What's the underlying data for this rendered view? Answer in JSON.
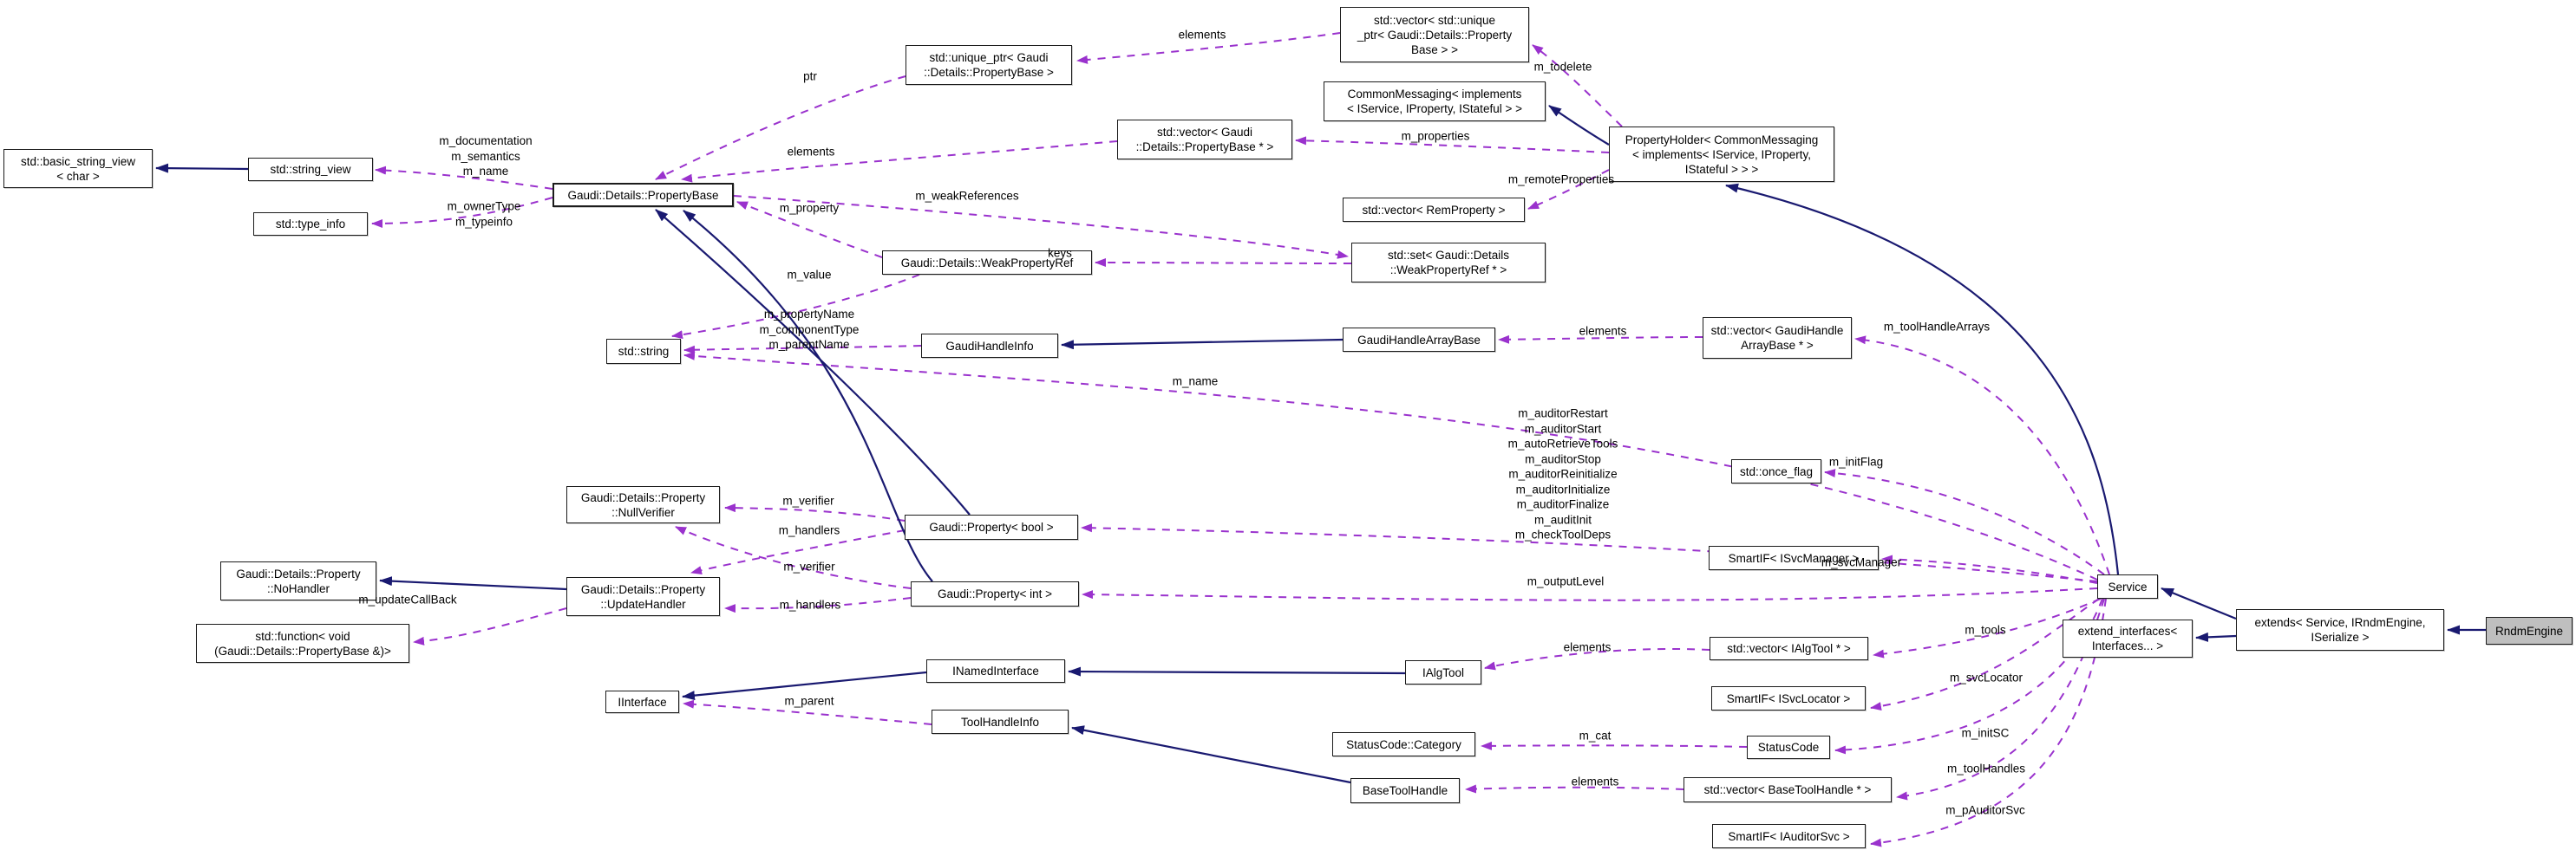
{
  "graph": {
    "background": "#ffffff",
    "colors": {
      "inheritance_edge": "#191970",
      "usage_edge": "#9a32cd",
      "node_border": "#1c1c1c",
      "node_fill": "#ffffff",
      "highlight_fill": "#bfbfbf",
      "text": "#000000"
    },
    "nodes": [
      {
        "id": "basic_string_view",
        "label": [
          "std::basic_string_view",
          "< char >"
        ]
      },
      {
        "id": "string_view",
        "label": [
          "std::string_view"
        ]
      },
      {
        "id": "type_info",
        "label": [
          "std::type_info"
        ]
      },
      {
        "id": "property_base",
        "label": [
          "Gaudi::Details::PropertyBase"
        ],
        "emphasis": true
      },
      {
        "id": "unique_ptr",
        "label": [
          "std::unique_ptr< Gaudi",
          "::Details::PropertyBase >"
        ]
      },
      {
        "id": "vec_unique_ptr",
        "label": [
          "std::vector< std::unique",
          "_ptr< Gaudi::Details::Property",
          "Base > >"
        ]
      },
      {
        "id": "common_messaging",
        "label": [
          "CommonMessaging< implements",
          "< IService, IProperty, IStateful > >"
        ]
      },
      {
        "id": "vec_property_base_ptr",
        "label": [
          "std::vector< Gaudi",
          "::Details::PropertyBase * >"
        ]
      },
      {
        "id": "property_holder",
        "label": [
          "PropertyHolder< CommonMessaging",
          "< implements< IService, IProperty,",
          "IStateful > > >"
        ]
      },
      {
        "id": "vec_rem_property",
        "label": [
          "std::vector< RemProperty >"
        ]
      },
      {
        "id": "weak_property_ref",
        "label": [
          "Gaudi::Details::WeakPropertyRef"
        ]
      },
      {
        "id": "set_weak_property_ref",
        "label": [
          "std::set< Gaudi::Details",
          "::WeakPropertyRef * >"
        ]
      },
      {
        "id": "std_string",
        "label": [
          "std::string"
        ]
      },
      {
        "id": "gaudi_handle_info",
        "label": [
          "GaudiHandleInfo"
        ]
      },
      {
        "id": "gaudi_handle_array_base",
        "label": [
          "GaudiHandleArrayBase"
        ]
      },
      {
        "id": "vec_gaudi_handle_array_base",
        "label": [
          "std::vector< GaudiHandle",
          "ArrayBase * >"
        ]
      },
      {
        "id": "once_flag",
        "label": [
          "std::once_flag"
        ]
      },
      {
        "id": "null_verifier",
        "label": [
          "Gaudi::Details::Property",
          "::NullVerifier"
        ]
      },
      {
        "id": "prop_bool",
        "label": [
          "Gaudi::Property< bool >"
        ]
      },
      {
        "id": "smartif_isvcmanager",
        "label": [
          "SmartIF< ISvcManager >"
        ]
      },
      {
        "id": "no_handler",
        "label": [
          "Gaudi::Details::Property",
          "::NoHandler"
        ]
      },
      {
        "id": "update_handler",
        "label": [
          "Gaudi::Details::Property",
          "::UpdateHandler"
        ]
      },
      {
        "id": "prop_int",
        "label": [
          "Gaudi::Property< int >"
        ]
      },
      {
        "id": "std_function",
        "label": [
          "std::function< void",
          "(Gaudi::Details::PropertyBase &)>"
        ]
      },
      {
        "id": "service",
        "label": [
          "Service"
        ]
      },
      {
        "id": "extend_interfaces",
        "label": [
          "extend_interfaces<",
          "Interfaces... >"
        ]
      },
      {
        "id": "extends",
        "label": [
          "extends< Service, IRndmEngine,",
          "ISerialize >"
        ]
      },
      {
        "id": "rndm_engine",
        "label": [
          "RndmEngine"
        ],
        "highlight": true
      },
      {
        "id": "inamed_interface",
        "label": [
          "INamedInterface"
        ]
      },
      {
        "id": "ialg_tool",
        "label": [
          "IAlgTool"
        ]
      },
      {
        "id": "vec_ialg_tool",
        "label": [
          "std::vector< IAlgTool * >"
        ]
      },
      {
        "id": "smartif_isvclocator",
        "label": [
          "SmartIF< ISvcLocator >"
        ]
      },
      {
        "id": "iinterface",
        "label": [
          "IInterface"
        ]
      },
      {
        "id": "tool_handle_info",
        "label": [
          "ToolHandleInfo"
        ]
      },
      {
        "id": "statuscode_category",
        "label": [
          "StatusCode::Category"
        ]
      },
      {
        "id": "statuscode",
        "label": [
          "StatusCode"
        ]
      },
      {
        "id": "base_tool_handle",
        "label": [
          "BaseToolHandle"
        ]
      },
      {
        "id": "vec_base_tool_handle",
        "label": [
          "std::vector< BaseToolHandle * >"
        ]
      },
      {
        "id": "smartif_iauditorsvc",
        "label": [
          "SmartIF< IAuditorSvc >"
        ]
      }
    ],
    "edges": [
      {
        "id": "e_strview_base",
        "type": "inheritance",
        "from": "string_view",
        "to": "basic_string_view",
        "member": []
      },
      {
        "id": "e_docs",
        "type": "usage",
        "from": "property_base",
        "to": "string_view",
        "member": [
          "m_documentation",
          "m_semantics",
          "m_name"
        ]
      },
      {
        "id": "e_ownertype",
        "type": "usage",
        "from": "property_base",
        "to": "type_info",
        "member": [
          "m_ownerType",
          "m_typeinfo"
        ]
      },
      {
        "id": "e_vecup_elements",
        "type": "usage",
        "from": "vec_unique_ptr",
        "to": "unique_ptr",
        "member": [
          "elements"
        ]
      },
      {
        "id": "e_ptr",
        "type": "usage",
        "from": "unique_ptr",
        "to": "property_base",
        "member": [
          "ptr"
        ]
      },
      {
        "id": "e_todelete",
        "type": "usage",
        "from": "property_holder",
        "to": "vec_unique_ptr",
        "member": [
          "m_todelete"
        ]
      },
      {
        "id": "e_vecpb_elements",
        "type": "usage",
        "from": "vec_property_base_ptr",
        "to": "property_base",
        "member": [
          "elements"
        ]
      },
      {
        "id": "e_properties",
        "type": "usage",
        "from": "property_holder",
        "to": "vec_property_base_ptr",
        "member": [
          "m_properties"
        ]
      },
      {
        "id": "e_ph_cm",
        "type": "inheritance",
        "from": "property_holder",
        "to": "common_messaging",
        "member": []
      },
      {
        "id": "e_remote",
        "type": "usage",
        "from": "property_holder",
        "to": "vec_rem_property",
        "member": [
          "m_remoteProperties"
        ]
      },
      {
        "id": "e_weakrefs",
        "type": "usage",
        "from": "property_base",
        "to": "set_weak_property_ref",
        "member": [
          "m_weakReferences"
        ]
      },
      {
        "id": "e_keys",
        "type": "usage",
        "from": "set_weak_property_ref",
        "to": "weak_property_ref",
        "member": [
          "keys"
        ]
      },
      {
        "id": "e_mproperty",
        "type": "usage",
        "from": "weak_property_ref",
        "to": "property_base",
        "member": [
          "m_property"
        ]
      },
      {
        "id": "e_mvalue",
        "type": "usage",
        "from": "weak_property_ref",
        "to": "std_string",
        "member": [
          "m_value"
        ]
      },
      {
        "id": "e_ghi_strings",
        "type": "usage",
        "from": "gaudi_handle_info",
        "to": "std_string",
        "member": [
          "m_propertyName",
          "m_componentType",
          "m_parentName"
        ]
      },
      {
        "id": "e_mname_service",
        "type": "usage",
        "from": "service",
        "to": "std_string",
        "member": [
          "m_name"
        ]
      },
      {
        "id": "e_ghab_inh",
        "type": "inheritance",
        "from": "gaudi_handle_array_base",
        "to": "gaudi_handle_info",
        "member": []
      },
      {
        "id": "e_vecghab_elements",
        "type": "usage",
        "from": "vec_gaudi_handle_array_base",
        "to": "gaudi_handle_array_base",
        "member": [
          "elements"
        ]
      },
      {
        "id": "e_toolhandlearrays",
        "type": "usage",
        "from": "service",
        "to": "vec_gaudi_handle_array_base",
        "member": [
          "m_toolHandleArrays"
        ]
      },
      {
        "id": "e_initflag",
        "type": "usage",
        "from": "service",
        "to": "once_flag",
        "member": [
          "m_initFlag"
        ]
      },
      {
        "id": "e_auditors",
        "type": "usage",
        "from": "service",
        "to": "prop_bool",
        "member": [
          "m_auditorRestart",
          "m_auditorStart",
          "m_autoRetrieveTools",
          "m_auditorStop",
          "m_auditorReinitialize",
          "m_auditorInitialize",
          "m_auditorFinalize",
          "m_auditInit",
          "m_checkToolDeps"
        ]
      },
      {
        "id": "e_bool_verifier",
        "type": "usage",
        "from": "prop_bool",
        "to": "null_verifier",
        "member": [
          "m_verifier"
        ]
      },
      {
        "id": "e_bool_handlers",
        "type": "usage",
        "from": "prop_bool",
        "to": "update_handler",
        "member": [
          "m_handlers"
        ]
      },
      {
        "id": "e_int_verifier",
        "type": "usage",
        "from": "prop_int",
        "to": "null_verifier",
        "member": [
          "m_verifier"
        ]
      },
      {
        "id": "e_int_handlers",
        "type": "usage",
        "from": "prop_int",
        "to": "update_handler",
        "member": [
          "m_handlers"
        ]
      },
      {
        "id": "e_uh_inh",
        "type": "inheritance",
        "from": "update_handler",
        "to": "no_handler",
        "member": []
      },
      {
        "id": "e_updatecallback",
        "type": "usage",
        "from": "update_handler",
        "to": "std_function",
        "member": [
          "m_updateCallBack"
        ]
      },
      {
        "id": "e_outputlevel",
        "type": "usage",
        "from": "service",
        "to": "prop_int",
        "member": [
          "m_outputLevel"
        ]
      },
      {
        "id": "e_svcmanager",
        "type": "usage",
        "from": "service",
        "to": "smartif_isvcmanager",
        "member": [
          "m_svcManager"
        ]
      },
      {
        "id": "e_service_inh",
        "type": "inheritance",
        "from": "service",
        "to": "property_holder",
        "member": []
      },
      {
        "id": "e_extends_service",
        "type": "inheritance",
        "from": "extends",
        "to": "service",
        "member": []
      },
      {
        "id": "e_extends_ei",
        "type": "inheritance",
        "from": "extends",
        "to": "extend_interfaces",
        "member": []
      },
      {
        "id": "e_rndm_extends",
        "type": "inheritance",
        "from": "rndm_engine",
        "to": "extends",
        "member": []
      },
      {
        "id": "e_vecialg_elements",
        "type": "usage",
        "from": "vec_ialg_tool",
        "to": "ialg_tool",
        "member": [
          "elements"
        ]
      },
      {
        "id": "e_ialg_inh",
        "type": "inheritance",
        "from": "ialg_tool",
        "to": "inamed_interface",
        "member": []
      },
      {
        "id": "e_inamed_inh",
        "type": "inheritance",
        "from": "inamed_interface",
        "to": "iinterface",
        "member": []
      },
      {
        "id": "e_mparent",
        "type": "usage",
        "from": "tool_handle_info",
        "to": "iinterface",
        "member": [
          "m_parent"
        ]
      },
      {
        "id": "e_bth_inh",
        "type": "inheritance",
        "from": "base_tool_handle",
        "to": "tool_handle_info",
        "member": []
      },
      {
        "id": "e_svclocator",
        "type": "usage",
        "from": "service",
        "to": "smartif_isvclocator",
        "member": [
          "m_svcLocator"
        ]
      },
      {
        "id": "e_tools",
        "type": "usage",
        "from": "service",
        "to": "vec_ialg_tool",
        "member": [
          "m_tools"
        ]
      },
      {
        "id": "e_initsc",
        "type": "usage",
        "from": "service",
        "to": "statuscode",
        "member": [
          "m_initSC"
        ]
      },
      {
        "id": "e_cat",
        "type": "usage",
        "from": "statuscode",
        "to": "statuscode_category",
        "member": [
          "m_cat"
        ]
      },
      {
        "id": "e_toolhandles",
        "type": "usage",
        "from": "service",
        "to": "vec_base_tool_handle",
        "member": [
          "m_toolHandles"
        ]
      },
      {
        "id": "e_vecbth_elements",
        "type": "usage",
        "from": "vec_base_tool_handle",
        "to": "base_tool_handle",
        "member": [
          "elements"
        ]
      },
      {
        "id": "e_pauditorsvc",
        "type": "usage",
        "from": "service",
        "to": "smartif_iauditorsvc",
        "member": [
          "m_pAuditorSvc"
        ]
      },
      {
        "id": "e_bool_inh",
        "type": "inheritance",
        "from": "prop_bool",
        "to": "property_base",
        "member": []
      },
      {
        "id": "e_int_inh",
        "type": "inheritance",
        "from": "prop_int",
        "to": "property_base",
        "member": []
      }
    ]
  }
}
